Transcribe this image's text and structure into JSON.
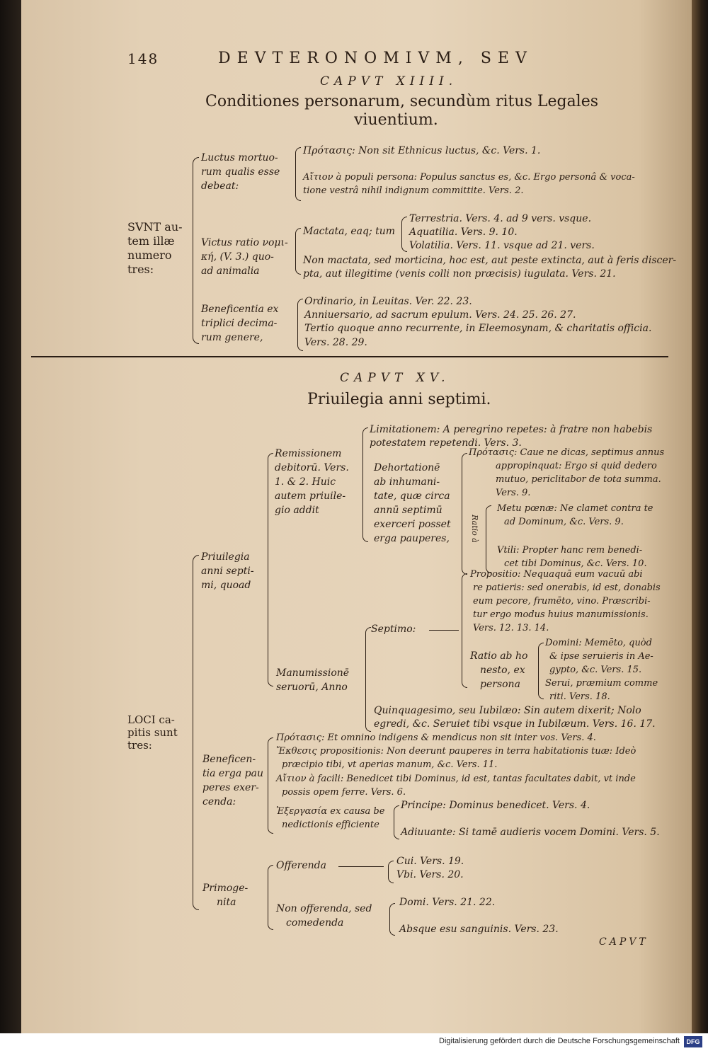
{
  "page": {
    "number": "148",
    "running_head": "DEVTERONOMIVM, SEV",
    "catchword": "CAPVT"
  },
  "ch14": {
    "caput": "CAPVT XIIII.",
    "title_1": "Conditiones personarum, secundùm ritus Legales",
    "title_2": "viuentium.",
    "root_1": "SVNT au-",
    "root_2": "tem illæ",
    "root_3": "numero",
    "root_4": "tres:",
    "luctus_1": "Luctus mortuo-",
    "luctus_2": "rum qualis esse",
    "luctus_3": "debeat:",
    "prot_1": "Πρότασις: Non sit Ethnicus luctus, &c. Vers. 1.",
    "aition_1": "Αἴτιον à populi persona: Populus sanctus es, &c. Ergo personâ & voca-",
    "aition_2": "tione vestrâ nihil indignum committite. Vers. 2.",
    "victus_1": "Victus ratio νομι-",
    "victus_2": "κή, (V. 3.) quo-",
    "victus_3": "ad animalia",
    "mactata": "Mactata, eaq; tum",
    "terr": "Terrestria. Vers. 4. ad 9 vers. vsque.",
    "aqua": "Aquatilia. Vers. 9. 10.",
    "vola": "Volatilia. Vers. 11. vsque ad 21. vers.",
    "non_mact_1": "Non mactata, sed morticina, hoc est, aut peste extincta, aut à feris discer-",
    "non_mact_2": "pta, aut illegitime (venis colli non præcisis) iugulata. Vers. 21.",
    "benef_1": "Beneficentia ex",
    "benef_2": "triplici decima-",
    "benef_3": "rum genere,",
    "ord": "Ordinario, in Leuitas. Ver. 22. 23.",
    "anniv": "Anniuersario, ad sacrum epulum. Vers. 24. 25. 26. 27.",
    "tert_1": "Tertio quoque anno recurrente, in Eleemosynam, & charitatis officia.",
    "tert_2": "Vers. 28. 29."
  },
  "ch15": {
    "caput": "CAPVT XV.",
    "title": "Priuilegia anni septimi.",
    "loci_1": "LOCI ca-",
    "loci_2": "pitis sunt",
    "loci_3": "tres:",
    "priv_1": "Priuilegia",
    "priv_2": "anni septi-",
    "priv_3": "mi, quoad",
    "remiss_1": "Remissionem",
    "remiss_2": "debitorū. Vers.",
    "remiss_3": "1. & 2. Huic",
    "remiss_4": "autem priuile-",
    "remiss_5": "gio addit",
    "limit_1": "Limitationem: A peregrino repetes: à fratre non habebis",
    "limit_2": "potestatem repetendi. Vers. 3.",
    "dehort_1": "Dehortationē",
    "dehort_2": "ab inhumani-",
    "dehort_3": "tate, quæ circa",
    "dehort_4": "annū septimū",
    "dehort_5": "exerceri posset",
    "dehort_6": "erga pauperes,",
    "prot2_1": "Πρότασις: Caue ne dicas, septimus annus",
    "prot2_2": "appropinquat: Ergo si quid dedero",
    "prot2_3": "mutuo, periclitabor de tota summa.",
    "prot2_4": "Vers. 9.",
    "ratio_label": "Ratio à",
    "metu_1": "Metu pœnæ: Ne clamet contra te",
    "metu_2": "ad Dominum, &c. Vers. 9.",
    "utili_1": "Vtili: Propter hanc rem benedi-",
    "utili_2": "cet tibi Dominus, &c. Vers. 10.",
    "manum_1": "Manumissionē",
    "manum_2": "seruorū, Anno",
    "septimo": "Septimo:",
    "prop_1": "Propositio: Nequaquā eum vacuū abi",
    "prop_2": "re patieris: sed onerabis, id est, donabis",
    "prop_3": "eum pecore, frumēto, vino. Præscribi-",
    "prop_4": "tur ergo modus huius manumissionis.",
    "prop_5": "Vers. 12. 13. 14.",
    "ratio_hon_1": "Ratio ab ho",
    "ratio_hon_2": "nesto, ex",
    "ratio_hon_3": "persona",
    "domini_1": "Domini: Memēto, quòd",
    "domini_2": "& ipse seruieris in Ae-",
    "domini_3": "gypto, &c. Vers. 15.",
    "serui_1": "Serui, præmium comme",
    "serui_2": "riti. Vers. 18.",
    "quinq_1": "Quinquagesimo, seu Iubilæo: Sin autem dixerit; Nolo",
    "quinq_2": "egredi, &c. Seruiet tibi vsque in Iubilæum. Vers. 16. 17.",
    "benef2_1": "Beneficen-",
    "benef2_2": "tia erga pau",
    "benef2_3": "peres exer-",
    "benef2_4": "cenda:",
    "prot3": "Πρότασις: Et omnino indigens & mendicus non sit inter vos. Vers. 4.",
    "ekth_1": "Ἔκθεσις propositionis: Non deerunt pauperes in terra habitationis tuæ: Ideò",
    "ekth_2": "præcipio tibi, vt aperias manum, &c. Vers. 11.",
    "aition2_1": "Αἴτιον à facili: Benedicet tibi Dominus, id est, tantas facultates dabit, vt inde",
    "aition2_2": "possis opem ferre. Vers. 6.",
    "exerg_1": "Ἐξεργασία ex causa be",
    "exerg_2": "nedictionis efficiente",
    "principe": "Principe: Dominus benedicet. Vers. 4.",
    "adiuu": "Adiuuante: Si tamē audieris vocem Domini. Vers. 5.",
    "primo_1": "Primoge-",
    "primo_2": "nita",
    "offer": "Offerenda",
    "cui": "Cui. Vers. 19.",
    "vbi": "Vbi. Vers. 20.",
    "nonoff_1": "Non offerenda, sed",
    "nonoff_2": "comedenda",
    "domi": "Domi. Vers. 21. 22.",
    "absque": "Absque esu sanguinis. Vers. 23."
  },
  "footer": {
    "credit": "Digitalisierung gefördert durch die Deutsche Forschungsgemeinschaft",
    "logo_text": "DFG"
  }
}
